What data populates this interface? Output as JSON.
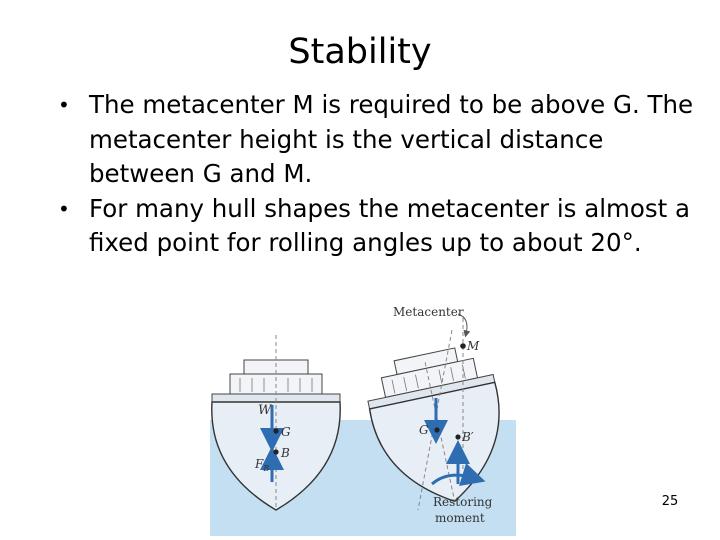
{
  "slide": {
    "title": "Stability",
    "bullets": [
      {
        "text": "The metacenter M is required to be above G.  The metacenter height is the vertical distance between G and M."
      },
      {
        "text": "For many hull shapes the metacenter is almost a fixed point for rolling angles up to about 20°."
      }
    ],
    "page_number": "25"
  },
  "figure": {
    "labels": {
      "metacenter": "Metacenter",
      "M": "M",
      "W": "W",
      "G_left": "G",
      "B": "B",
      "FB": "F",
      "FB_sub": "B",
      "G_right": "G",
      "B_prime": "B′",
      "restoring_line1": "Restoring",
      "restoring_line2": "moment"
    },
    "colors": {
      "water": "#c4dff1",
      "hull_fill": "#e8eef5",
      "hull_stroke": "#333333",
      "arrow": "#2f6db3",
      "text": "#333333"
    }
  }
}
